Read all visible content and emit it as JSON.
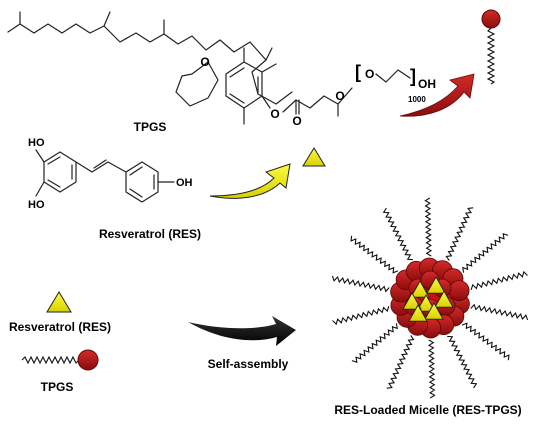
{
  "tpgs_structure": {
    "label": "TPGS",
    "oxygen_labels": [
      "O",
      "O",
      "O",
      "O"
    ],
    "repeat_o": "O",
    "oh": "OH",
    "subscript": "1000"
  },
  "resveratrol_structure": {
    "label": "Resveratrol (RES)",
    "ho_top": "HO",
    "ho_bottom": "HO",
    "oh_right": "OH"
  },
  "legend": {
    "res_label": "Resveratrol (RES)",
    "tpgs_label": "TPGS"
  },
  "process": {
    "label": "Self-assembly"
  },
  "micelle": {
    "label": "RES-Loaded Micelle (RES-TPGS)"
  },
  "colors": {
    "head_red": "#c8101a",
    "triangle_yellow": "#f5f500",
    "arrow_red": "#b01818",
    "arrow_yellow": "#f4f000",
    "arrow_black": "#000000"
  }
}
